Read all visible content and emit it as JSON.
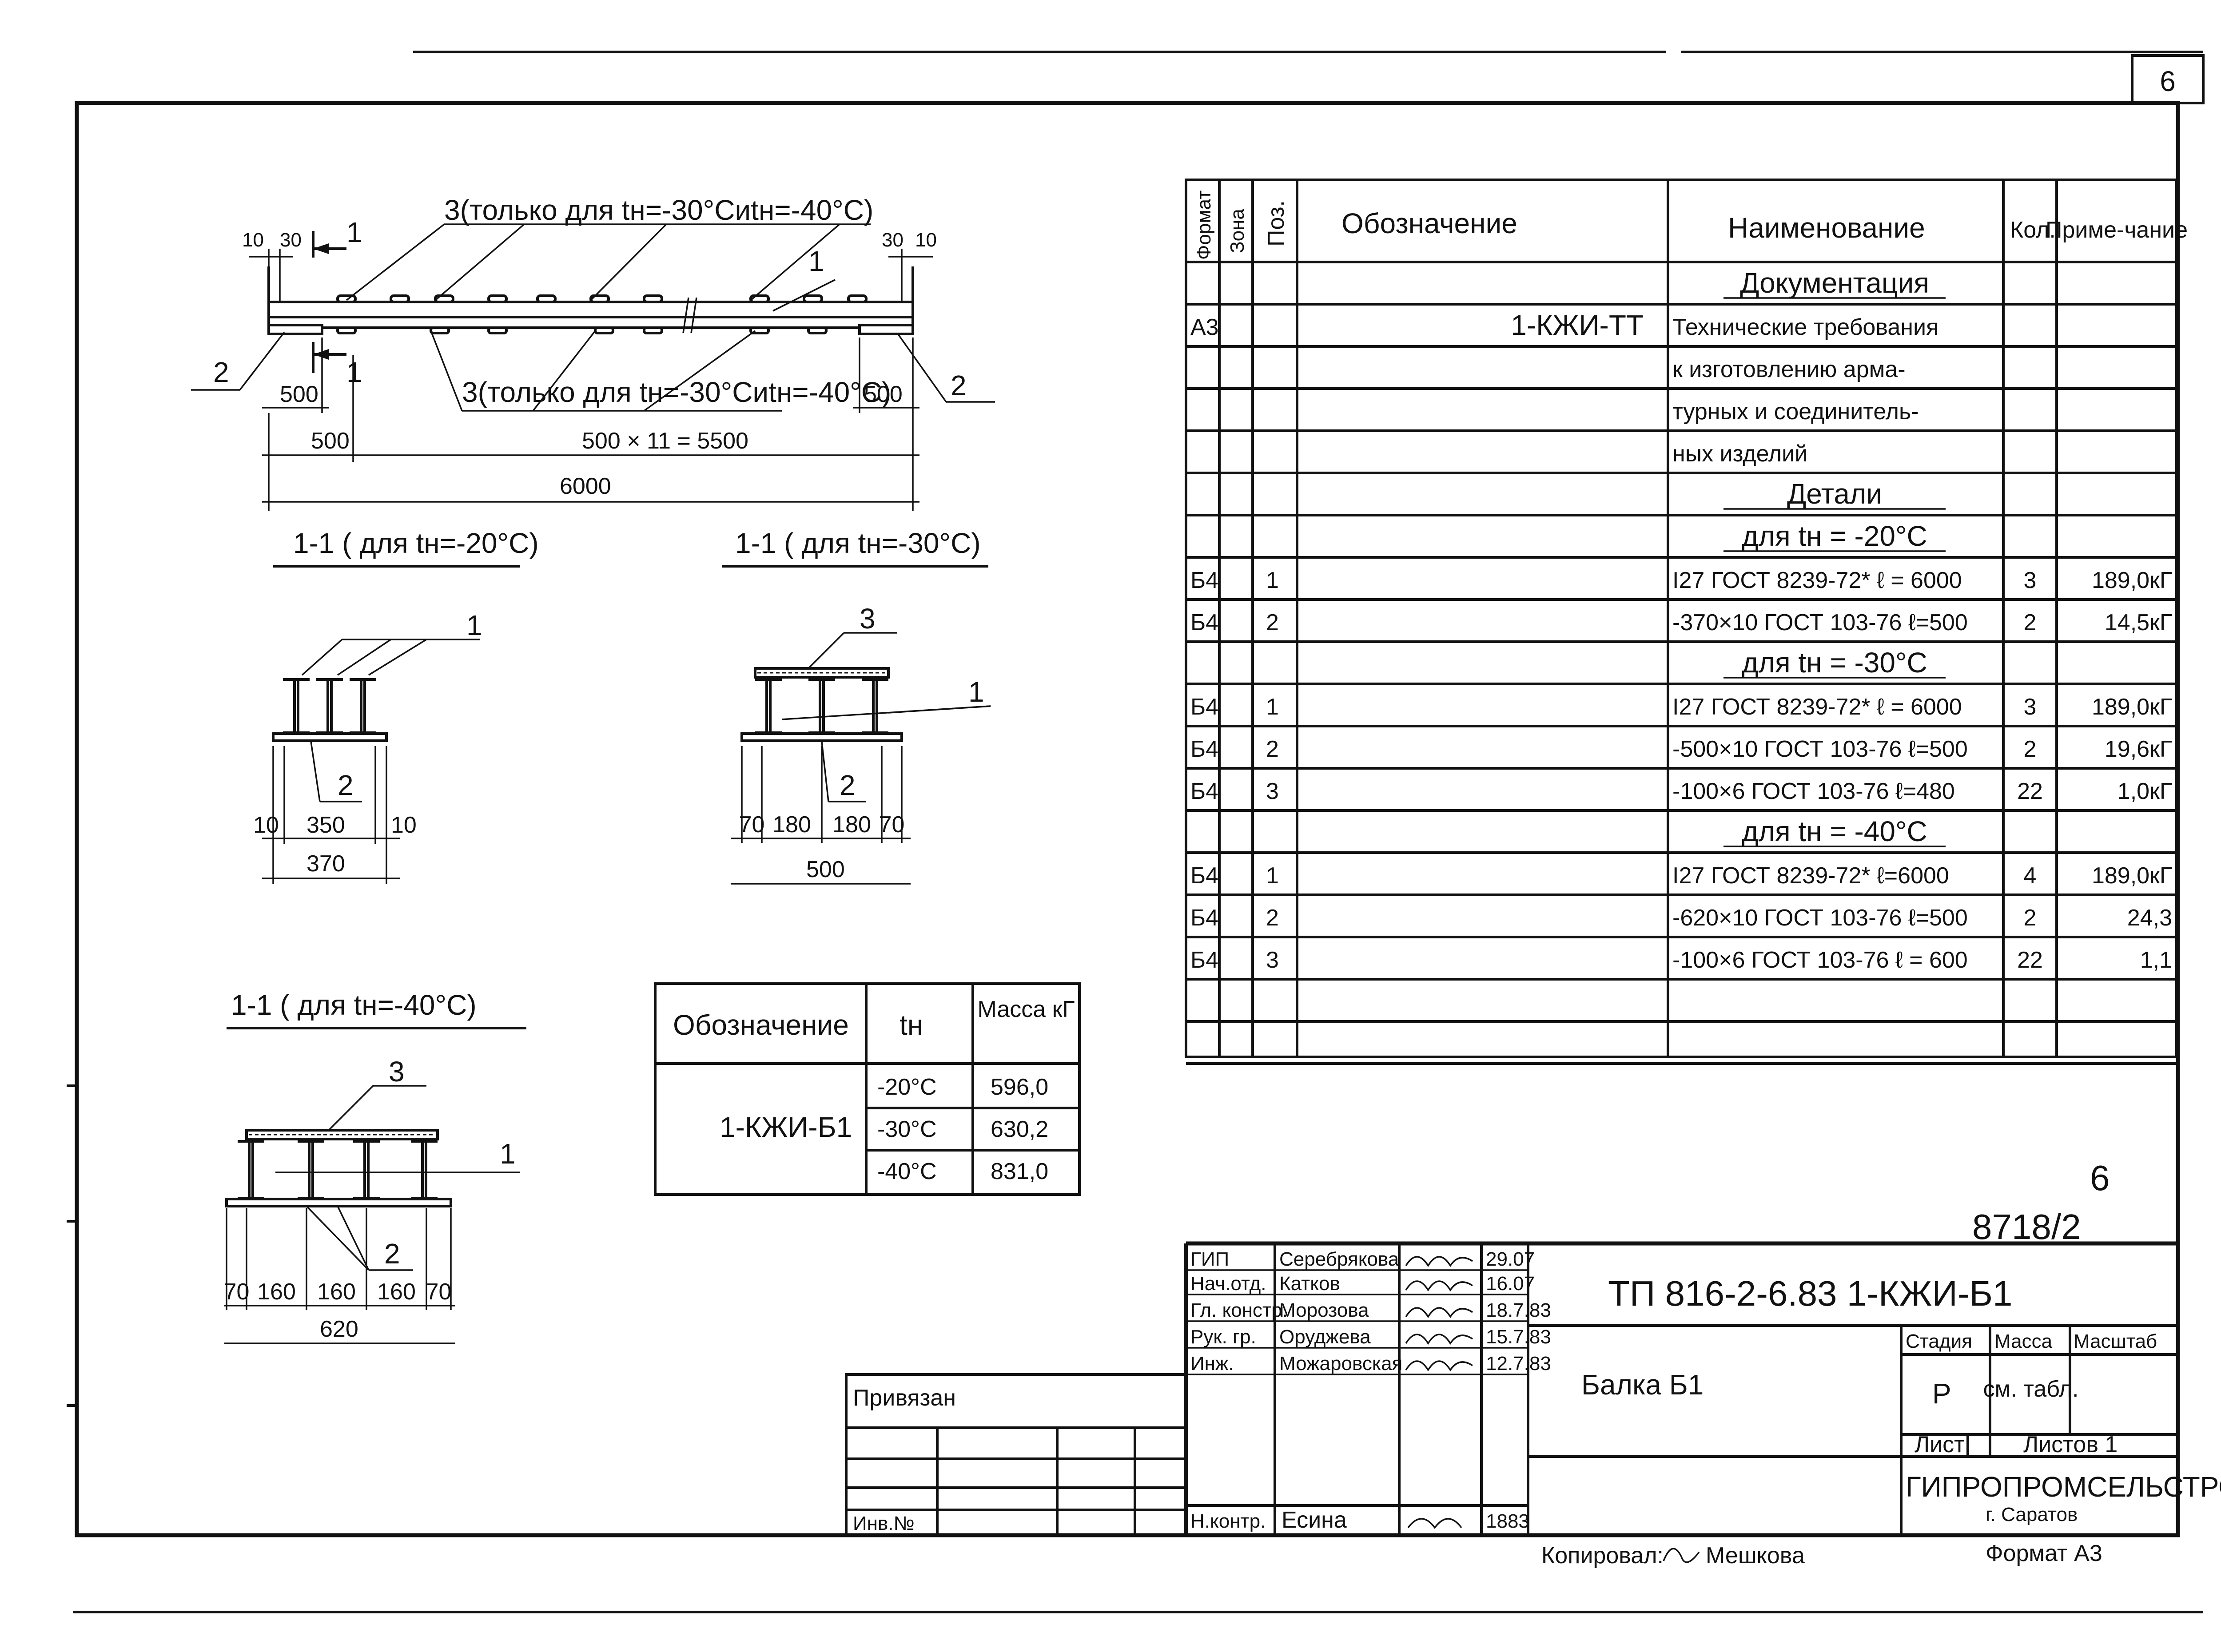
{
  "sheet_number": "6",
  "doc_number_top": "6",
  "doc_number": "8718/2",
  "elevation": {
    "note_top": "3(только для tн=-30°Сиtн=-40°С)",
    "note_bottom": "3(только для tн=-30°Сиtн=-40°С)",
    "pos_1": "1",
    "pos_2_left": "2",
    "pos_2_right": "2",
    "section_mark_top": "1",
    "section_mark_bottom": "1",
    "dim_10_left": "10",
    "dim_30_left": "30",
    "dim_30_right": "30",
    "dim_10_right": "10",
    "dim_500_left": "500",
    "dim_500_right": "500",
    "dim_500_offset": "500",
    "dim_span": "500 × 11 = 5500",
    "dim_total": "6000"
  },
  "section_20": {
    "title": "1-1 ( для tн=-20°С)",
    "pos_1": "1",
    "pos_2": "2",
    "dim_left": "10",
    "dim_mid": "350",
    "dim_right": "10",
    "dim_total": "370"
  },
  "section_30": {
    "title": "1-1 ( для tн=-30°С)",
    "pos_1": "1",
    "pos_2": "2",
    "pos_3": "3",
    "dims": [
      "70",
      "180",
      "180",
      "70"
    ],
    "dim_total": "500"
  },
  "section_40": {
    "title": "1-1 ( для tн=-40°С)",
    "pos_1": "1",
    "pos_2": "2",
    "pos_3": "3",
    "dims": [
      "70",
      "160",
      "160",
      "160",
      "70"
    ],
    "dim_total": "620"
  },
  "mass_table": {
    "headers": [
      "Обозначение",
      "tн",
      "Масса кГ"
    ],
    "designation": "1-КЖИ-Б1",
    "rows": [
      {
        "t": "-20°С",
        "mass": "596,0"
      },
      {
        "t": "-30°С",
        "mass": "630,2"
      },
      {
        "t": "-40°С",
        "mass": "831,0"
      }
    ]
  },
  "spec": {
    "headers": {
      "format": "Формат",
      "zone": "Зона",
      "pos": "Поз.",
      "designation": "Обозначение",
      "name": "Наименование",
      "qty": "Кол.",
      "note": "Приме-чание"
    },
    "rows": [
      {
        "f": "",
        "p": "",
        "d": "",
        "n": "Документация",
        "q": "",
        "m": "",
        "h": true
      },
      {
        "f": "А3",
        "p": "",
        "d": "1-КЖИ-ТТ",
        "n": "Технические требования",
        "q": "",
        "m": ""
      },
      {
        "f": "",
        "p": "",
        "d": "",
        "n": "к изготовлению арма-",
        "q": "",
        "m": ""
      },
      {
        "f": "",
        "p": "",
        "d": "",
        "n": "турных и соединитель-",
        "q": "",
        "m": ""
      },
      {
        "f": "",
        "p": "",
        "d": "",
        "n": "ных изделий",
        "q": "",
        "m": ""
      },
      {
        "f": "",
        "p": "",
        "d": "",
        "n": "Детали",
        "q": "",
        "m": "",
        "h": true
      },
      {
        "f": "",
        "p": "",
        "d": "",
        "n": "для tн = -20°С",
        "q": "",
        "m": "",
        "h": true
      },
      {
        "f": "Б4",
        "p": "1",
        "d": "",
        "n": "I27 ГОСТ 8239-72* ℓ = 6000",
        "q": "3",
        "m": "189,0кГ"
      },
      {
        "f": "Б4",
        "p": "2",
        "d": "",
        "n": "-370×10 ГОСТ 103-76 ℓ=500",
        "q": "2",
        "m": "14,5кГ"
      },
      {
        "f": "",
        "p": "",
        "d": "",
        "n": "для tн = -30°С",
        "q": "",
        "m": "",
        "h": true
      },
      {
        "f": "Б4",
        "p": "1",
        "d": "",
        "n": "I27 ГОСТ 8239-72* ℓ = 6000",
        "q": "3",
        "m": "189,0кГ"
      },
      {
        "f": "Б4",
        "p": "2",
        "d": "",
        "n": "-500×10 ГОСТ 103-76 ℓ=500",
        "q": "2",
        "m": "19,6кГ"
      },
      {
        "f": "Б4",
        "p": "3",
        "d": "",
        "n": "-100×6 ГОСТ 103-76 ℓ=480",
        "q": "22",
        "m": "1,0кГ"
      },
      {
        "f": "",
        "p": "",
        "d": "",
        "n": "для tн = -40°С",
        "q": "",
        "m": "",
        "h": true
      },
      {
        "f": "Б4",
        "p": "1",
        "d": "",
        "n": "I27 ГОСТ 8239-72* ℓ=6000",
        "q": "4",
        "m": "189,0кГ"
      },
      {
        "f": "Б4",
        "p": "2",
        "d": "",
        "n": "-620×10 ГОСТ 103-76 ℓ=500",
        "q": "2",
        "m": "24,3"
      },
      {
        "f": "Б4",
        "p": "3",
        "d": "",
        "n": "-100×6 ГОСТ 103-76 ℓ = 600",
        "q": "22",
        "m": "1,1"
      },
      {
        "f": "",
        "p": "",
        "d": "",
        "n": "",
        "q": "",
        "m": ""
      },
      {
        "f": "",
        "p": "",
        "d": "",
        "n": "",
        "q": "",
        "m": ""
      }
    ]
  },
  "title_block": {
    "doc_code": "ТП 816-2-6.83 1-КЖИ-Б1",
    "title": "Балка Б1",
    "stage_label": "Стадия",
    "mass_label": "Масса",
    "scale_label": "Масштаб",
    "stage": "Р",
    "mass": "см. табл.",
    "sheet_label": "Лист",
    "sheets_label": "Листов 1",
    "org": "ГИПРОПРОМСЕЛЬСТРОЙ",
    "city": "г. Саратов",
    "roles": [
      {
        "role": "ГИП",
        "name": "Серебрякова",
        "date": "29.07"
      },
      {
        "role": "Нач.отд.",
        "name": "Катков",
        "date": "16.07"
      },
      {
        "role": "Гл. констр.",
        "name": "Морозова",
        "date": "18.7.83"
      },
      {
        "role": "Рук. гр.",
        "name": "Оруджева",
        "date": "15.7.83"
      },
      {
        "role": "Инж.",
        "name": "Можаровская",
        "date": "12.7.83"
      }
    ],
    "control_role": "Н.контр.",
    "control_name": "Есина",
    "control_date": "1883",
    "attached_label": "Привязан",
    "inv_label": "Инв.№"
  },
  "footer": {
    "copied": "Копировал:",
    "copier": "Мешкова",
    "format": "Формат А3"
  }
}
